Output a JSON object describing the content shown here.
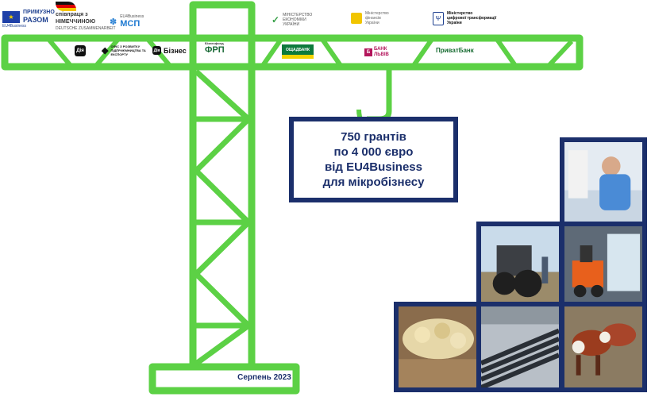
{
  "top_logos": {
    "eu": {
      "line1": "ПРИМУЗНО",
      "line2": "РАЗОМ",
      "caption": "EU4Business"
    },
    "germany": {
      "line1": "співпраця з",
      "line2": "НІМЕЧЧИНОЮ",
      "line3": "DEUTSCHE ZUSAMMENARBEIT"
    },
    "msp": {
      "label": "МСП",
      "small": "EU4Business"
    },
    "economy": {
      "line1": "МІНІСТЕРСТВО",
      "line2": "ЕКОНОМІКИ",
      "line3": "УКРАЇНИ"
    },
    "finance": {
      "line1": "Міністерство",
      "line2": "фінансів",
      "line3": "України"
    },
    "digital": {
      "line1": "Міністерство",
      "line2": "цифрової трансформації",
      "line3": "України"
    }
  },
  "jib_logos": {
    "diia": "Дія",
    "office": "ОФІС З РОЗВИТКУ ПІДПРИЄМНИЦТВА ТА ЕКСПОРТУ",
    "biznes_prefix": "Дія",
    "biznes": "Бізнес",
    "frp_small": "Бізнесфонд",
    "frp": "ФРП",
    "oschad": "ОЩАДБАНК",
    "lviv": "БАНК ЛЬВІВ",
    "privat": "ПриватБанк"
  },
  "grant": {
    "line1": "750 грантів",
    "line2": "по 4 000 євро",
    "line3": "від EU4Business",
    "line4": "для мікробізнесу"
  },
  "date_label": "Серпень 2023",
  "colors": {
    "crane_green": "#5cd145",
    "navy": "#1b2f6b"
  }
}
